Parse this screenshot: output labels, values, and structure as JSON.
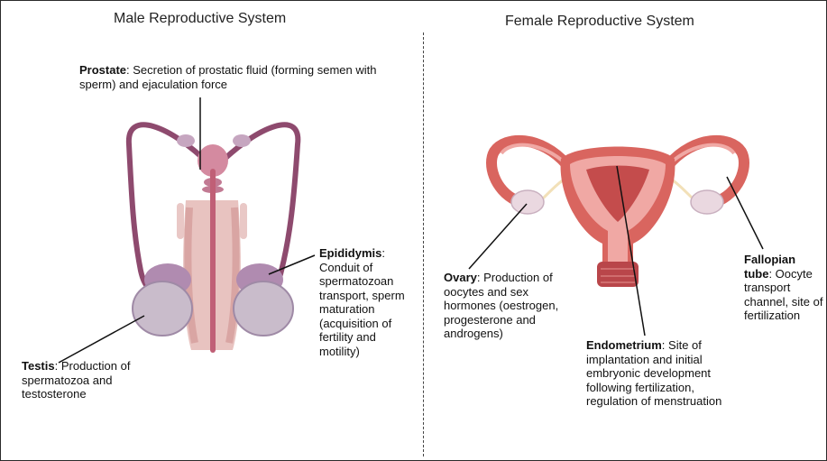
{
  "titles": {
    "male": "Male Reproductive System",
    "female": "Female Reproductive System"
  },
  "male": {
    "prostate": {
      "name": "Prostate",
      "desc": ": Secretion of prostatic fluid (forming semen with sperm) and ejaculation force"
    },
    "epididymis": {
      "name": "Epididymis",
      "desc": ": Conduit of spermatozoan transport, sperm maturation (acquisition of fertility and motility)"
    },
    "testis": {
      "name": "Testis",
      "desc": ": Production of spermatozoa and testosterone"
    }
  },
  "female": {
    "ovary": {
      "name": "Ovary",
      "desc": ": Production of oocytes and sex hormones (oestrogen, progesterone and androgens)"
    },
    "endometrium": {
      "name": "Endometrium",
      "desc": ": Site of implantation and initial embryonic development following fertilization, regulation of menstruation"
    },
    "fallopian": {
      "name": "Fallopian tube",
      "desc": ": Oocyte transport channel, site of fertilization"
    }
  },
  "colors": {
    "male_tube": "#8e4a6e",
    "testis": "#c9bccb",
    "uterus": "#d9655f",
    "uterus_inner": "#f0a8a4"
  }
}
